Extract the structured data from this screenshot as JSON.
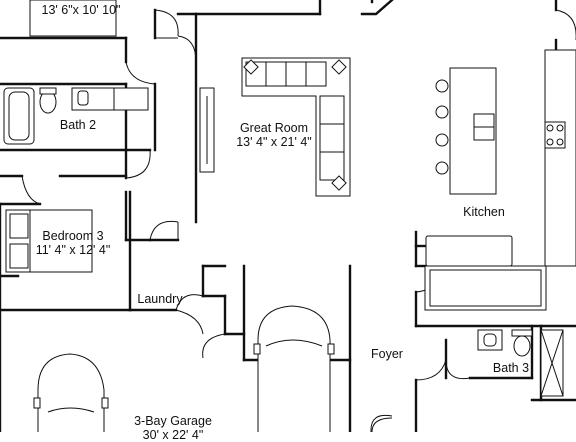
{
  "rooms": {
    "top_bedroom": {
      "dims": "13' 6\"x 10' 10\""
    },
    "bath2": {
      "name": "Bath 2"
    },
    "great_room": {
      "name": "Great Room",
      "dims": "13' 4\" x 21' 4\""
    },
    "kitchen": {
      "name": "Kitchen"
    },
    "bedroom3": {
      "name": "Bedroom 3",
      "dims": "11' 4\" x 12' 4\""
    },
    "laundry": {
      "name": "Laundry"
    },
    "foyer": {
      "name": "Foyer"
    },
    "bath3": {
      "name": "Bath 3"
    },
    "garage": {
      "name": "3-Bay Garage",
      "dims": "30' x 22' 4\""
    }
  },
  "colors": {
    "line": "#111111",
    "background": "#ffffff"
  }
}
